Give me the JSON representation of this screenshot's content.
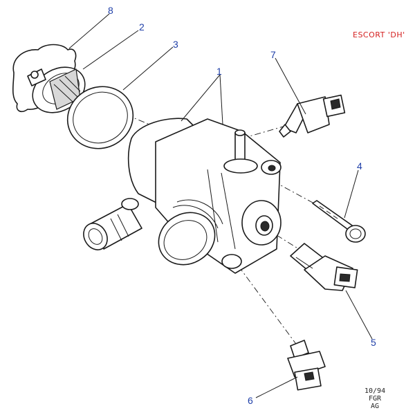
{
  "header": {
    "model_label": "ESCORT 'DH'"
  },
  "footer": {
    "date_code_line1": "10/94",
    "date_code_line2": "FGR",
    "date_code_line3": "AG"
  },
  "callouts": [
    {
      "id": "1",
      "label": "1"
    },
    {
      "id": "2",
      "label": "2"
    },
    {
      "id": "3",
      "label": "3"
    },
    {
      "id": "4",
      "label": "4"
    },
    {
      "id": "5",
      "label": "5"
    },
    {
      "id": "6",
      "label": "6"
    },
    {
      "id": "7",
      "label": "7"
    },
    {
      "id": "8",
      "label": "8"
    }
  ],
  "colors": {
    "callout_text": "#1f3fa8",
    "model_label": "#d42020",
    "linework": "#1a1a1a"
  }
}
